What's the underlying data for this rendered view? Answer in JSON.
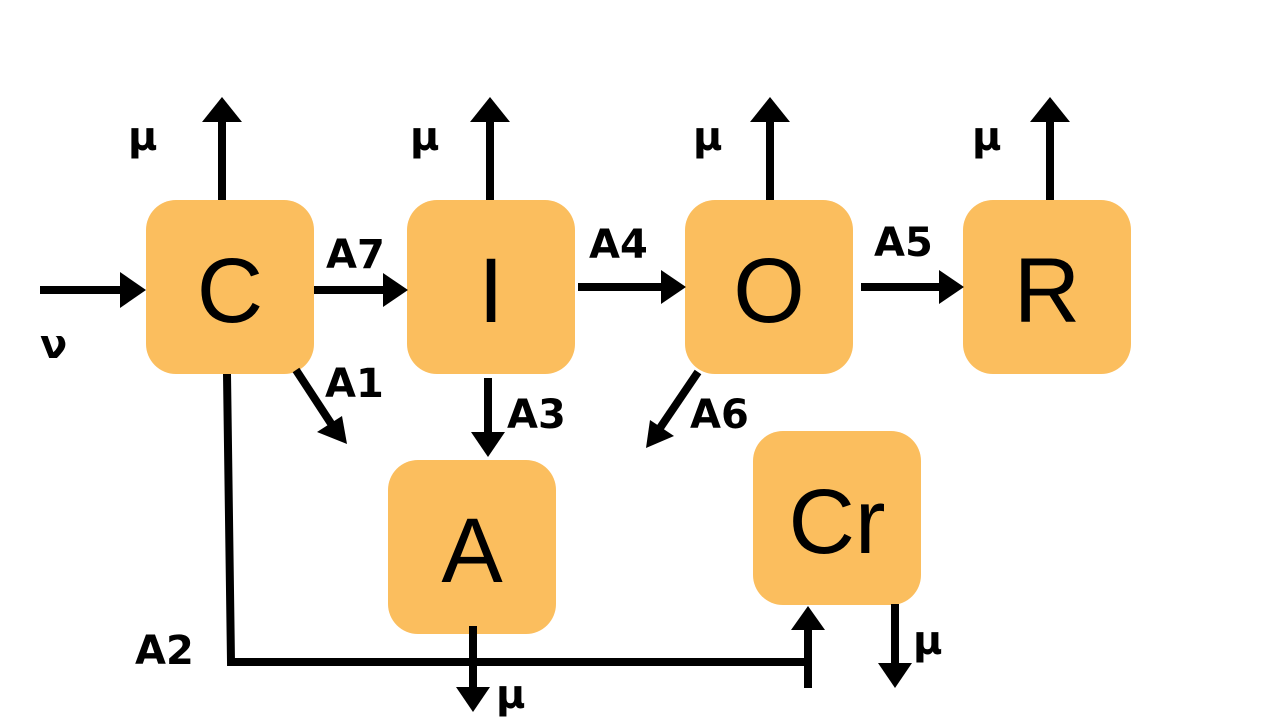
{
  "colors": {
    "node_fill": "#FBBE5E",
    "edge": "#000000"
  },
  "nodes": {
    "C": "C",
    "I": "I",
    "O": "O",
    "R": "R",
    "A": "A",
    "Cr": "Cr"
  },
  "edge_labels": {
    "nu": "ν",
    "a1": "A1",
    "a2": "A2",
    "a3": "A3",
    "a4": "A4",
    "a5": "A5",
    "a6": "A6",
    "a7": "A7"
  },
  "mu_labels": {
    "c": "μ",
    "i": "μ",
    "o": "μ",
    "r": "μ",
    "a": "μ",
    "cr": "μ"
  }
}
